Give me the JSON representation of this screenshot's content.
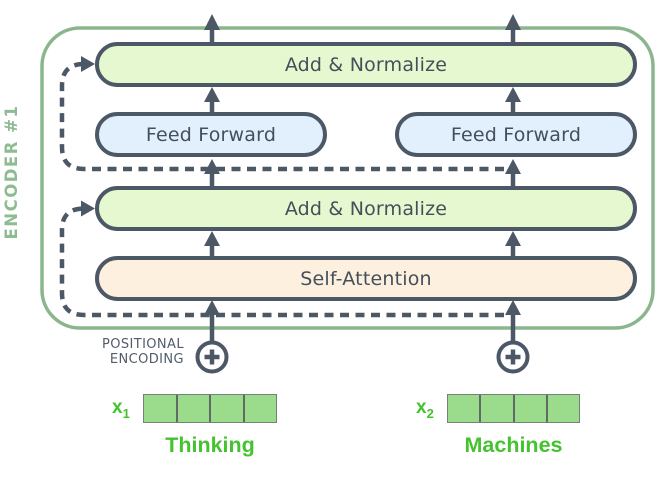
{
  "diagram": {
    "type": "transformer-encoder-block",
    "encoder_label": "ENCODER #1",
    "boxes": {
      "add_normalize_top": "Add & Normalize",
      "feed_forward_left": "Feed Forward",
      "feed_forward_right": "Feed Forward",
      "add_normalize_bottom": "Add & Normalize",
      "self_attention": "Self-Attention"
    },
    "positional_encoding": {
      "line1": "POSITIONAL",
      "line2": "ENCODING"
    },
    "inputs": [
      {
        "var": "x",
        "sub": "1",
        "word": "Thinking",
        "cells": 4
      },
      {
        "var": "x",
        "sub": "2",
        "word": "Machines",
        "cells": 4
      }
    ],
    "icons": {
      "plus_circle": "plus-in-circle (positional encoding addition)"
    },
    "colors": {
      "encoder_border_green": "#8bb58d",
      "encoder_label_green": "#8dbb92",
      "input_text_green": "#44c32f",
      "embedding_cell_green": "#9bdc8c",
      "add_normalize_fill": "#e6f8cf",
      "feed_forward_fill": "#e1f0fc",
      "self_attention_fill": "#fdf0de",
      "line_dark_slate": "#4d5866"
    }
  }
}
